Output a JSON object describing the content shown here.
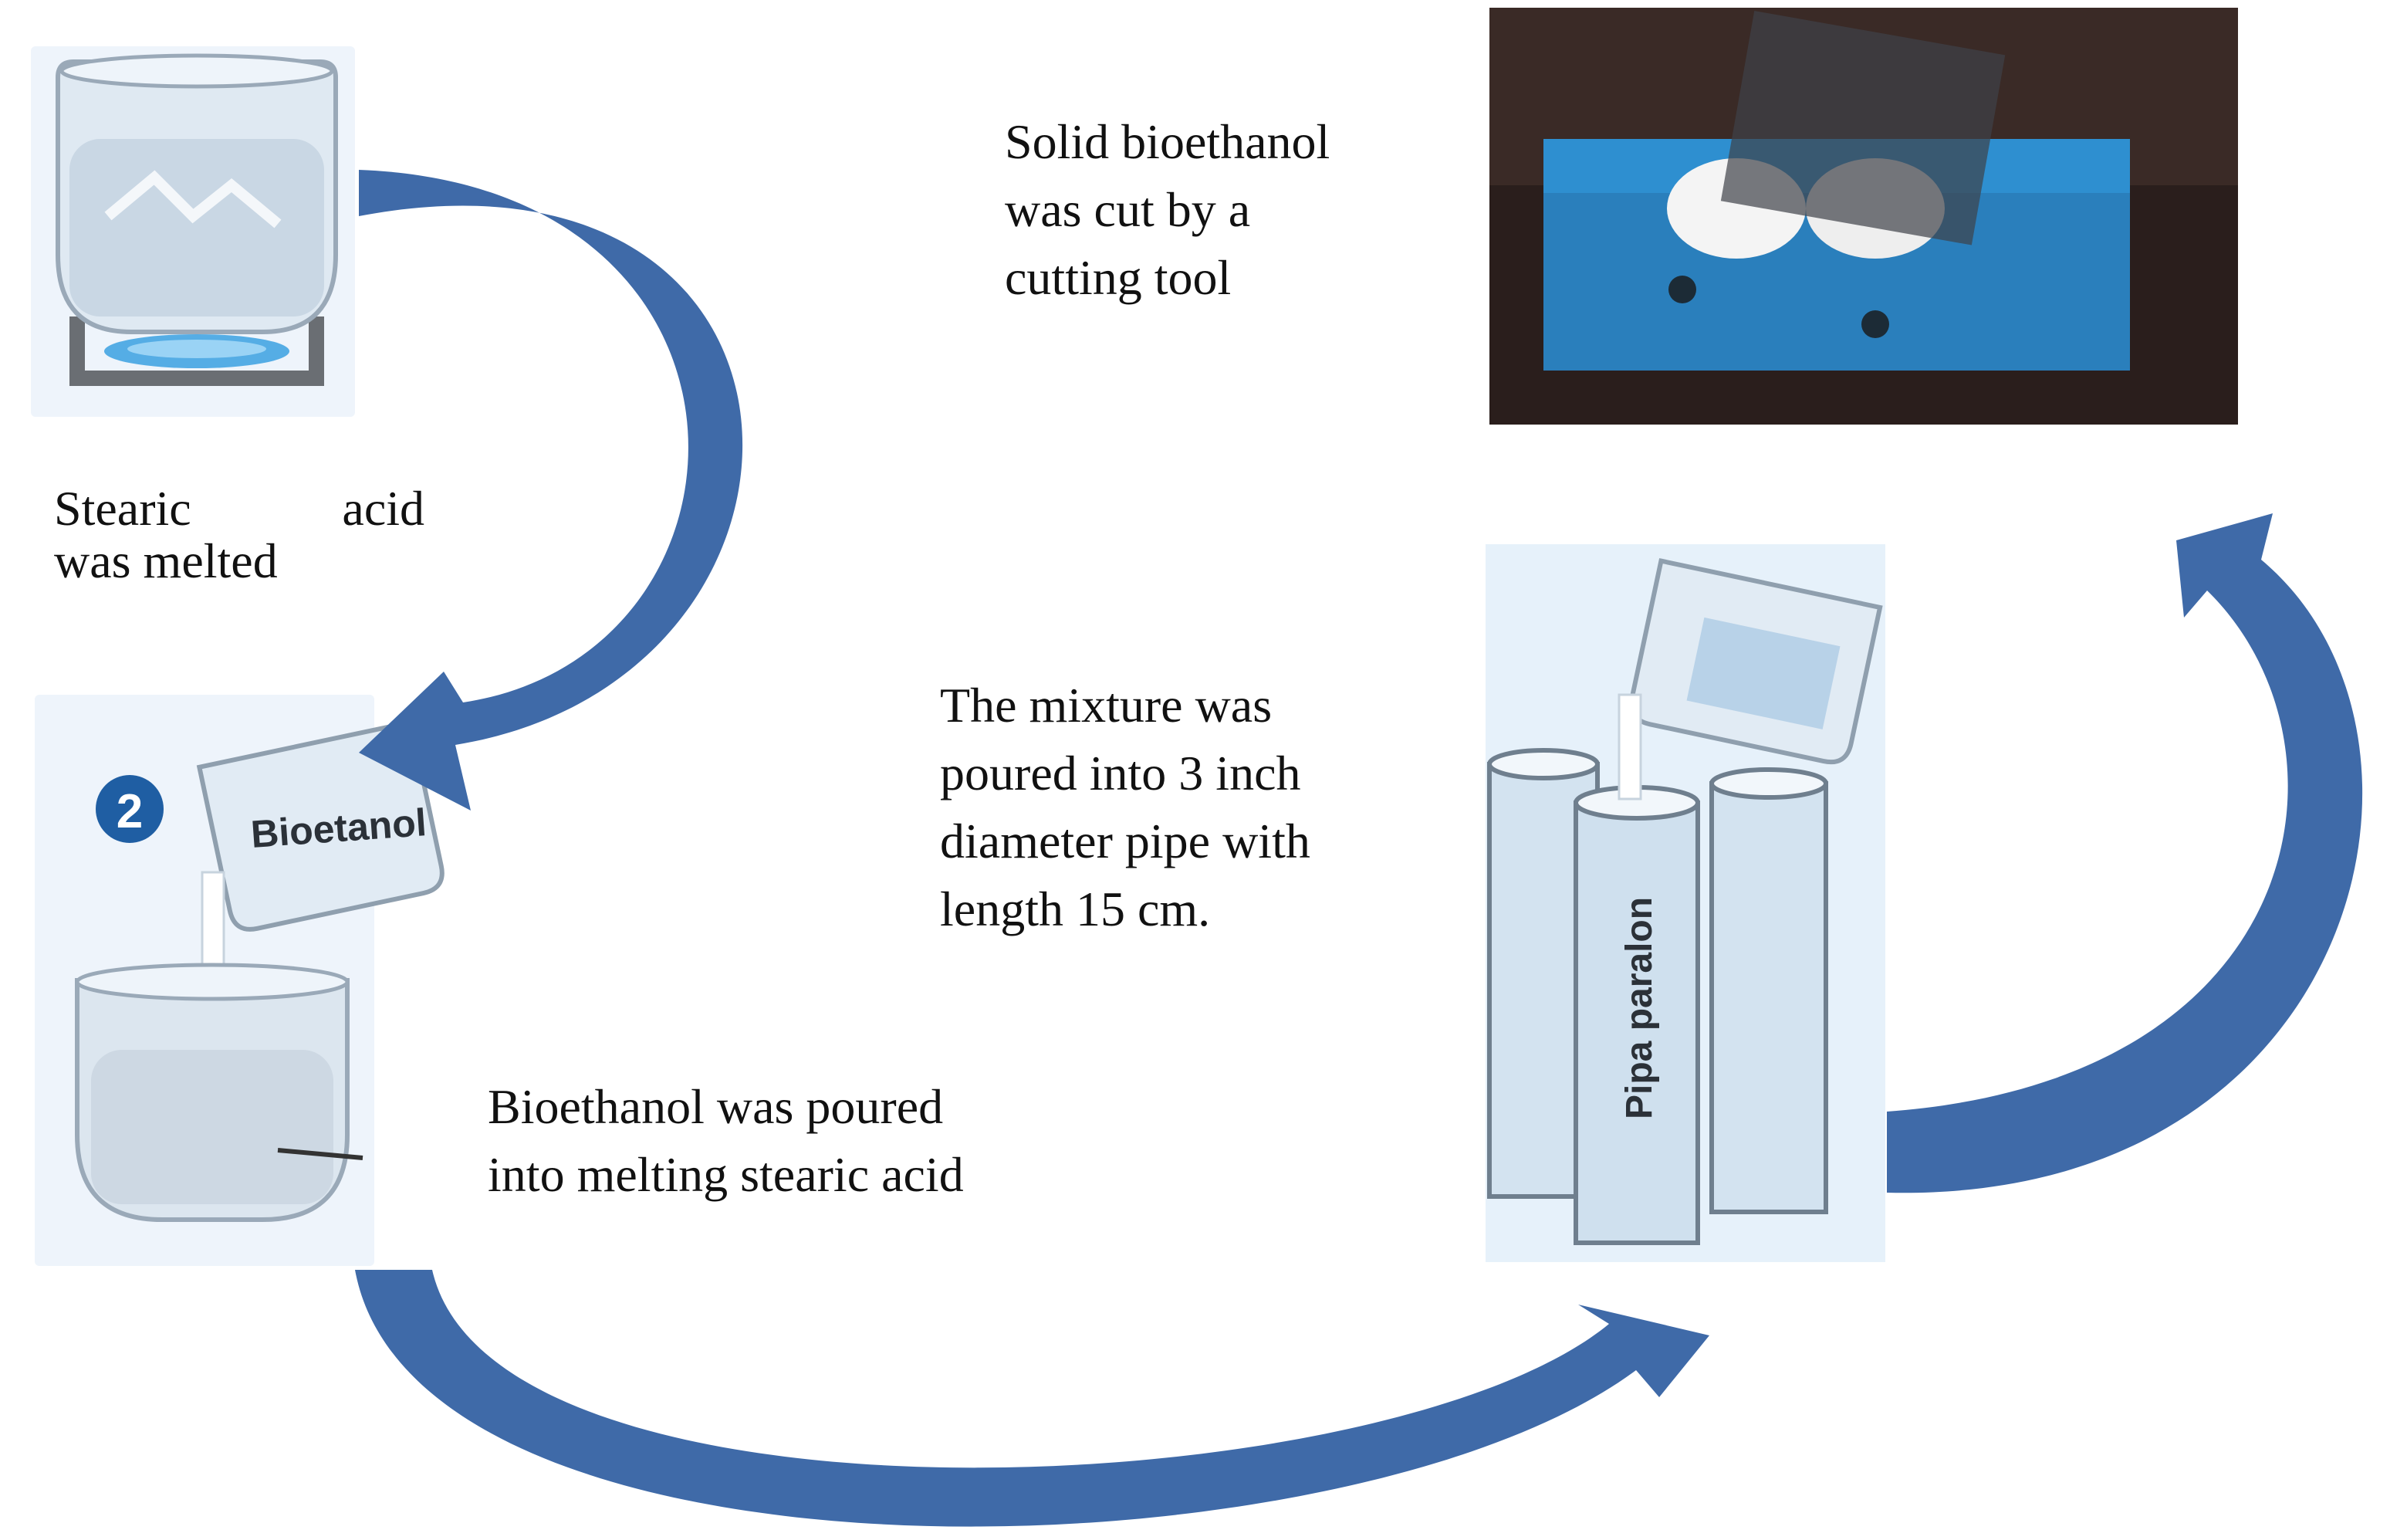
{
  "steps": [
    {
      "id": 1,
      "caption_line1": "Stearic",
      "caption_line1b": "acid",
      "caption_line2": "was melted"
    },
    {
      "id": 2,
      "badge": "2",
      "beaker_label": "Bioetanol",
      "caption_line1": "Bioethanol was poured",
      "caption_line2": "into melting stearic acid"
    },
    {
      "id": 3,
      "pipe_label": "Pipa paralon",
      "caption_line1": "The mixture was",
      "caption_line2": "poured into 3 inch",
      "caption_line3": "diameter pipe with",
      "caption_line4": "length 15 cm."
    },
    {
      "id": 4,
      "caption_line1": "Solid bioethanol",
      "caption_line2": "was cut by a",
      "caption_line3": "cutting tool"
    }
  ],
  "colors": {
    "arrow": "#3f6aa8",
    "badge": "#1f5ea3",
    "tool_box": "#2e8fd0"
  }
}
